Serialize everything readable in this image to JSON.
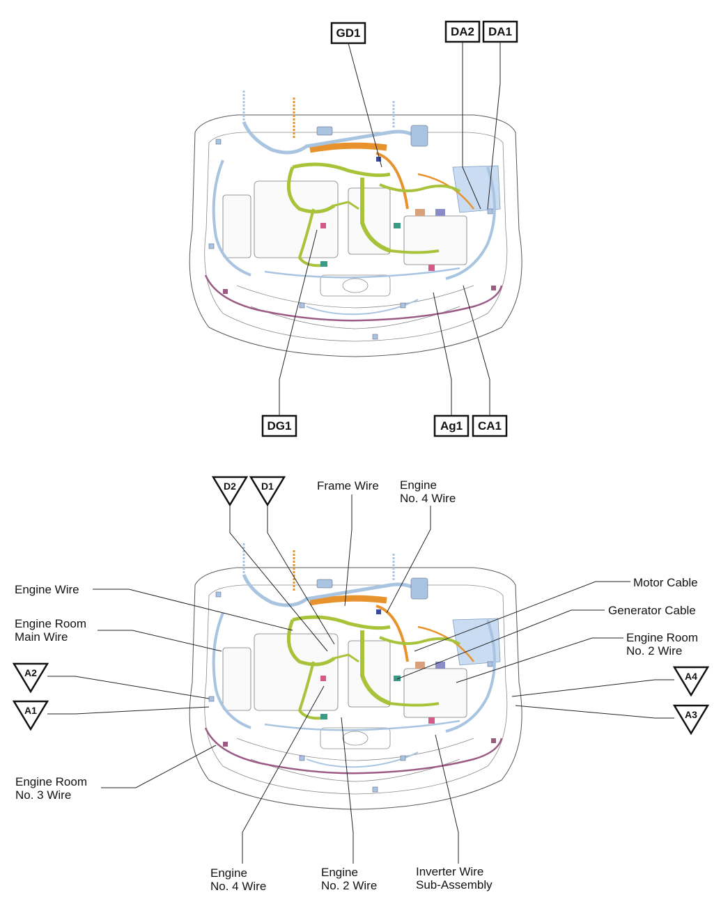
{
  "top_view": {
    "connector_codes": {
      "gd1": "GD1",
      "da2": "DA2",
      "da1": "DA1",
      "dg1": "DG1",
      "ag1": "Ag1",
      "ca1": "CA1"
    }
  },
  "bottom_view": {
    "junction_markers": {
      "d2": "D2",
      "d1": "D1",
      "a2": "A2",
      "a1": "A1",
      "a4": "A4",
      "a3": "A3"
    },
    "wire_labels": {
      "frame_wire": "Frame Wire",
      "engine_no4_top_l1": "Engine",
      "engine_no4_top_l2": "No. 4 Wire",
      "engine_wire": "Engine Wire",
      "engine_room_main_l1": "Engine Room",
      "engine_room_main_l2": "Main Wire",
      "motor_cable": "Motor Cable",
      "generator_cable": "Generator Cable",
      "engine_room_no2_l1": "Engine Room",
      "engine_room_no2_l2": "No. 2 Wire",
      "engine_room_no3_l1": "Engine Room",
      "engine_room_no3_l2": "No. 3 Wire",
      "engine_no4_bottom_l1": "Engine",
      "engine_no4_bottom_l2": "No. 4 Wire",
      "engine_no2_l1": "Engine",
      "engine_no2_l2": "No. 2 Wire",
      "inverter_l1": "Inverter Wire",
      "inverter_l2": "Sub-Assembly"
    }
  },
  "colors": {
    "engine_harness_green": "#a8c23a",
    "blue_harness": "#a8c4e0",
    "orange_cable": "#e8922e",
    "purple_harness": "#9a5a84",
    "battery_fill": "#c9dcf2",
    "teal_connector": "#3a9a86",
    "pink_connector": "#d45a8a"
  }
}
